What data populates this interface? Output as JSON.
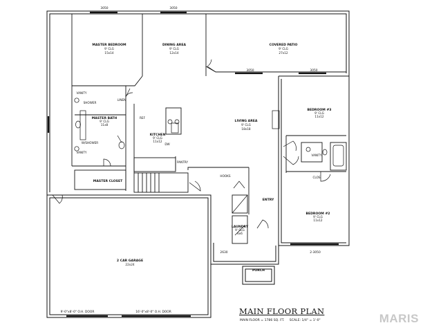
{
  "plan": {
    "title": "MAIN FLOOR PLAN",
    "subtitle": "MAIN FLOOR = 1786 SQ. FT.     SCALE: 1/4\" = 1'-0\"",
    "watermark": "MARIS"
  },
  "rooms": {
    "master_bedroom": {
      "name": "MASTER BEDROOM",
      "ceiling": "9' CLG",
      "size": "15x14"
    },
    "dining_area": {
      "name": "DINING AREA",
      "ceiling": "9' CLG",
      "size": "12x14"
    },
    "covered_patio": {
      "name": "COVERED PATIO",
      "ceiling": "9' CLG",
      "size": "27x12"
    },
    "master_bath": {
      "name": "MASTER BATH",
      "ceiling": "9' CLG",
      "size": "11x8"
    },
    "kitchen": {
      "name": "KITCHEN",
      "ceiling": "9' CLG",
      "size": "11x12"
    },
    "living_area": {
      "name": "LIVING AREA",
      "ceiling": "9' CLG",
      "size": "18x18"
    },
    "bedroom_3": {
      "name": "BEDROOM #3",
      "ceiling": "9' CLG",
      "size": "11x12"
    },
    "bedroom_2": {
      "name": "BEDROOM #2",
      "ceiling": "9' CLG",
      "size": "11x12"
    },
    "master_closet": {
      "name": "MASTER CLOSET"
    },
    "laundry": {
      "name": "LAUNDRY",
      "ceiling": "9' CLG",
      "size": "6x6"
    },
    "garage": {
      "name": "2 CAR GARAGE",
      "size": "22x24"
    },
    "entry": {
      "name": "ENTRY"
    },
    "porch": {
      "name": "PORCH"
    }
  },
  "fixtures": {
    "linen": "LINEN",
    "pantry": "PANTRY",
    "hooks": "HOOKS",
    "vanity_1": "VANITY",
    "vanity_2": "VANITY",
    "vanity_3": "VANITY",
    "shower": "SHOWER",
    "w_shower": "W/SHOWER",
    "ref": "REF",
    "dw": "DW",
    "closet": "CLOS"
  },
  "dimensions": {
    "w1": "3050",
    "w2": "3050",
    "w3": "3050",
    "w4": "3050",
    "w5": "2630",
    "w6": "2-3050",
    "door_1": "9'-0\"x8'-0\" O.H. DOOR",
    "door_2": "16'-0\"x8'-0\" O.H. DOOR"
  }
}
